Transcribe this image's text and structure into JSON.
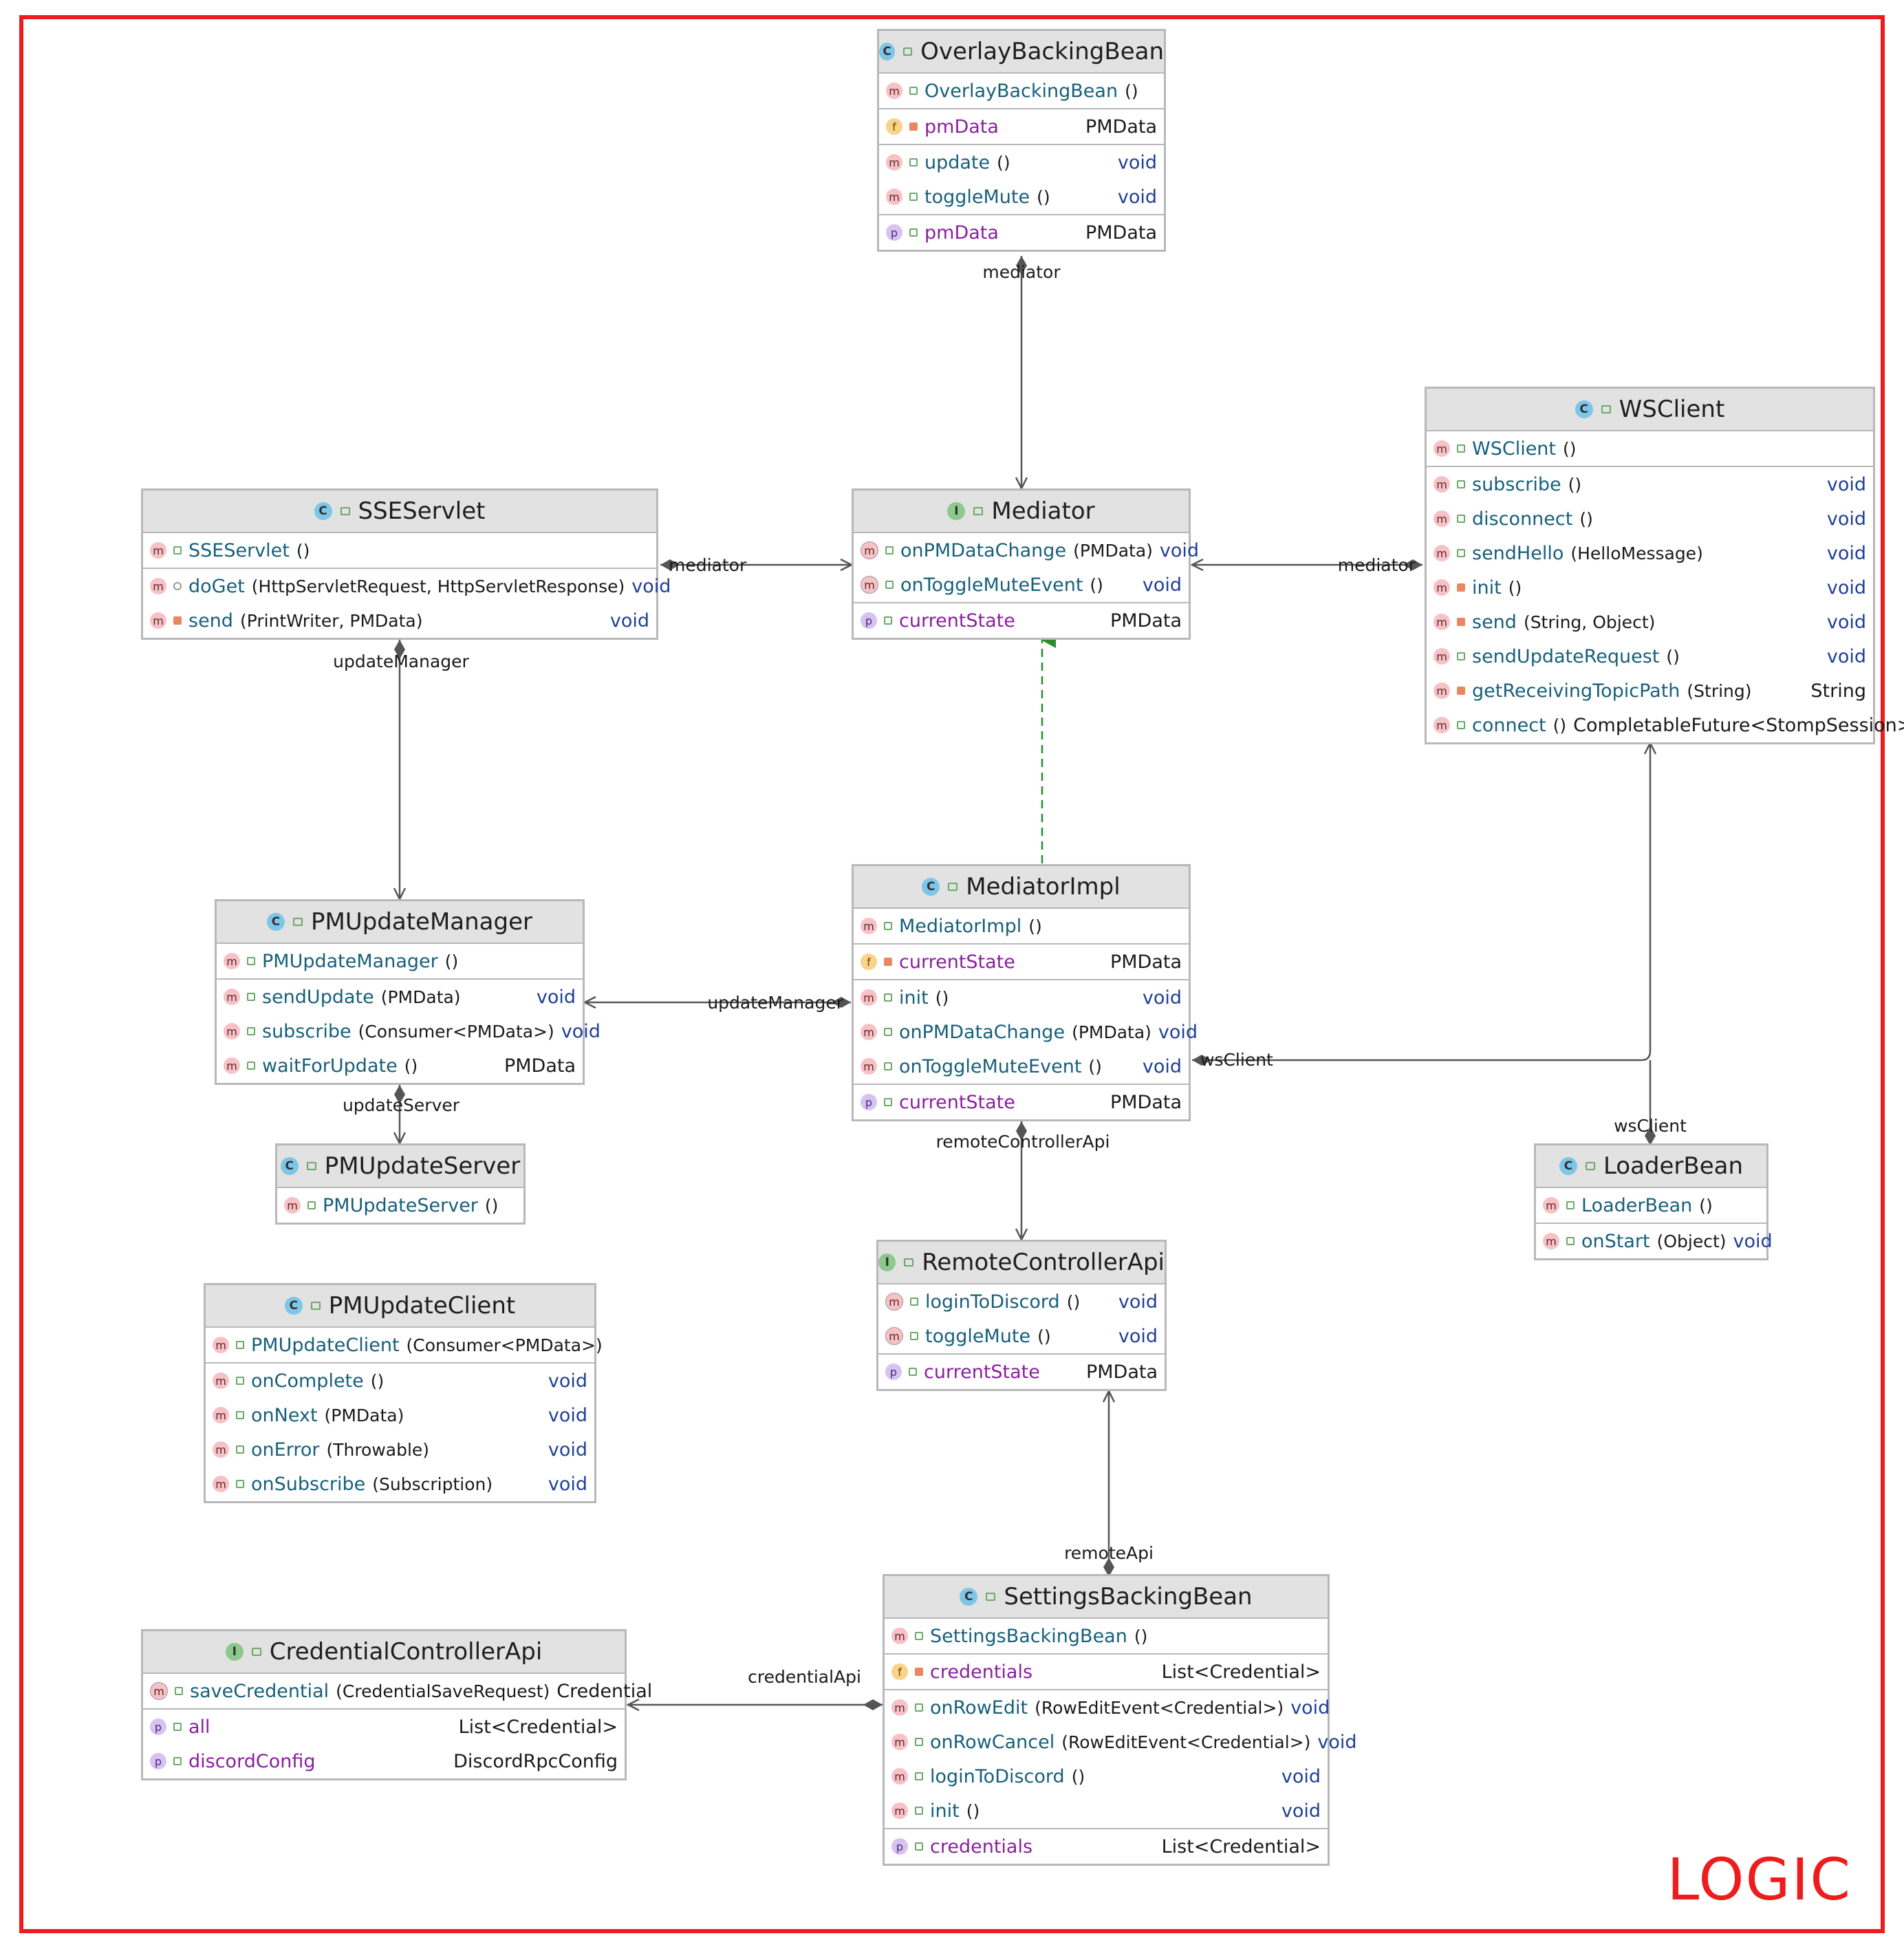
{
  "watermark": "LOGIC",
  "classes": [
    {
      "id": "overlay",
      "kind": "C",
      "name": "OverlayBackingBean",
      "sections": [
        [
          {
            "b": "m",
            "v": "pub",
            "n": "OverlayBackingBean",
            "p": "()",
            "t": ""
          }
        ],
        [
          {
            "b": "f",
            "v": "priv",
            "n": "pmData",
            "p": "",
            "t": "PMData"
          }
        ],
        [
          {
            "b": "m",
            "v": "pub",
            "n": "update",
            "p": "()",
            "t": "void"
          },
          {
            "b": "m",
            "v": "pub",
            "n": "toggleMute",
            "p": "()",
            "t": "void"
          }
        ],
        [
          {
            "b": "p",
            "v": "pub",
            "n": "pmData",
            "p": "",
            "t": "PMData"
          }
        ]
      ]
    },
    {
      "id": "sse",
      "kind": "C",
      "name": "SSEServlet",
      "sections": [
        [
          {
            "b": "m",
            "v": "pub",
            "n": "SSEServlet",
            "p": "()",
            "t": ""
          }
        ],
        [
          {
            "b": "m",
            "v": "prot",
            "n": "doGet",
            "p": "(HttpServletRequest, HttpServletResponse)",
            "t": "void"
          },
          {
            "b": "m",
            "v": "priv",
            "n": "send",
            "p": "(PrintWriter, PMData)",
            "t": "void"
          }
        ]
      ]
    },
    {
      "id": "mediator",
      "kind": "I",
      "name": "Mediator",
      "sections": [
        [
          {
            "b": "ma",
            "v": "pub",
            "n": "onPMDataChange",
            "p": "(PMData)",
            "t": "void"
          },
          {
            "b": "ma",
            "v": "pub",
            "n": "onToggleMuteEvent",
            "p": "()",
            "t": "void"
          }
        ],
        [
          {
            "b": "p",
            "v": "pub",
            "n": "currentState",
            "p": "",
            "t": "PMData"
          }
        ]
      ]
    },
    {
      "id": "ws",
      "kind": "C",
      "name": "WSClient",
      "sections": [
        [
          {
            "b": "m",
            "v": "pub",
            "n": "WSClient",
            "p": "()",
            "t": ""
          }
        ],
        [
          {
            "b": "m",
            "v": "pub",
            "n": "subscribe",
            "p": "()",
            "t": "void"
          },
          {
            "b": "m",
            "v": "pub",
            "n": "disconnect",
            "p": "()",
            "t": "void"
          },
          {
            "b": "m",
            "v": "pub",
            "n": "sendHello",
            "p": "(HelloMessage)",
            "t": "void"
          },
          {
            "b": "m",
            "v": "priv",
            "n": "init",
            "p": "()",
            "t": "void"
          },
          {
            "b": "m",
            "v": "priv",
            "n": "send",
            "p": "(String, Object)",
            "t": "void"
          },
          {
            "b": "m",
            "v": "pub",
            "n": "sendUpdateRequest",
            "p": "()",
            "t": "void"
          },
          {
            "b": "m",
            "v": "priv",
            "n": "getReceivingTopicPath",
            "p": "(String)",
            "t": "String"
          },
          {
            "b": "m",
            "v": "pub",
            "n": "connect",
            "p": "()",
            "t": "CompletableFuture<StompSession>"
          }
        ]
      ]
    },
    {
      "id": "pmum",
      "kind": "C",
      "name": "PMUpdateManager",
      "sections": [
        [
          {
            "b": "m",
            "v": "pub",
            "n": "PMUpdateManager",
            "p": "()",
            "t": ""
          }
        ],
        [
          {
            "b": "m",
            "v": "pub",
            "n": "sendUpdate",
            "p": "(PMData)",
            "t": "void"
          },
          {
            "b": "m",
            "v": "pub",
            "n": "subscribe",
            "p": "(Consumer<PMData>)",
            "t": "void"
          },
          {
            "b": "m",
            "v": "pub",
            "n": "waitForUpdate",
            "p": "()",
            "t": "PMData"
          }
        ]
      ]
    },
    {
      "id": "medimpl",
      "kind": "C",
      "name": "MediatorImpl",
      "sections": [
        [
          {
            "b": "m",
            "v": "pub",
            "n": "MediatorImpl",
            "p": "()",
            "t": ""
          }
        ],
        [
          {
            "b": "f",
            "v": "priv",
            "n": "currentState",
            "p": "",
            "t": "PMData"
          }
        ],
        [
          {
            "b": "m",
            "v": "pub",
            "n": "init",
            "p": "()",
            "t": "void"
          },
          {
            "b": "m",
            "v": "pub",
            "n": "onPMDataChange",
            "p": "(PMData)",
            "t": "void"
          },
          {
            "b": "m",
            "v": "pub",
            "n": "onToggleMuteEvent",
            "p": "()",
            "t": "void"
          }
        ],
        [
          {
            "b": "p",
            "v": "pub",
            "n": "currentState",
            "p": "",
            "t": "PMData"
          }
        ]
      ]
    },
    {
      "id": "pmus",
      "kind": "C",
      "name": "PMUpdateServer",
      "sections": [
        [
          {
            "b": "m",
            "v": "pub",
            "n": "PMUpdateServer",
            "p": "()",
            "t": ""
          }
        ]
      ]
    },
    {
      "id": "loader",
      "kind": "C",
      "name": "LoaderBean",
      "sections": [
        [
          {
            "b": "m",
            "v": "pub",
            "n": "LoaderBean",
            "p": "()",
            "t": ""
          }
        ],
        [
          {
            "b": "m",
            "v": "pub",
            "n": "onStart",
            "p": "(Object)",
            "t": "void"
          }
        ]
      ]
    },
    {
      "id": "pmuc",
      "kind": "C",
      "name": "PMUpdateClient",
      "sections": [
        [
          {
            "b": "m",
            "v": "pub",
            "n": "PMUpdateClient",
            "p": "(Consumer<PMData>)",
            "t": ""
          }
        ],
        [
          {
            "b": "m",
            "v": "pub",
            "n": "onComplete",
            "p": "()",
            "t": "void"
          },
          {
            "b": "m",
            "v": "pub",
            "n": "onNext",
            "p": "(PMData)",
            "t": "void"
          },
          {
            "b": "m",
            "v": "pub",
            "n": "onError",
            "p": "(Throwable)",
            "t": "void"
          },
          {
            "b": "m",
            "v": "pub",
            "n": "onSubscribe",
            "p": "(Subscription)",
            "t": "void"
          }
        ]
      ]
    },
    {
      "id": "rca",
      "kind": "I",
      "name": "RemoteControllerApi",
      "sections": [
        [
          {
            "b": "ma",
            "v": "pub",
            "n": "loginToDiscord",
            "p": "()",
            "t": "void"
          },
          {
            "b": "ma",
            "v": "pub",
            "n": "toggleMute",
            "p": "()",
            "t": "void"
          }
        ],
        [
          {
            "b": "p",
            "v": "pub",
            "n": "currentState",
            "p": "",
            "t": "PMData"
          }
        ]
      ]
    },
    {
      "id": "settings",
      "kind": "C",
      "name": "SettingsBackingBean",
      "sections": [
        [
          {
            "b": "m",
            "v": "pub",
            "n": "SettingsBackingBean",
            "p": "()",
            "t": ""
          }
        ],
        [
          {
            "b": "f",
            "v": "priv",
            "n": "credentials",
            "p": "",
            "t": "List<Credential>"
          }
        ],
        [
          {
            "b": "m",
            "v": "pub",
            "n": "onRowEdit",
            "p": "(RowEditEvent<Credential>)",
            "t": "void"
          },
          {
            "b": "m",
            "v": "pub",
            "n": "onRowCancel",
            "p": "(RowEditEvent<Credential>)",
            "t": "void"
          },
          {
            "b": "m",
            "v": "pub",
            "n": "loginToDiscord",
            "p": "()",
            "t": "void"
          },
          {
            "b": "m",
            "v": "pub",
            "n": "init",
            "p": "()",
            "t": "void"
          }
        ],
        [
          {
            "b": "p",
            "v": "pub",
            "n": "credentials",
            "p": "",
            "t": "List<Credential>"
          }
        ]
      ]
    },
    {
      "id": "cca",
      "kind": "I",
      "name": "CredentialControllerApi",
      "sections": [
        [
          {
            "b": "ma",
            "v": "pub",
            "n": "saveCredential",
            "p": "(CredentialSaveRequest)",
            "t": "Credential"
          }
        ],
        [
          {
            "b": "p",
            "v": "pub",
            "n": "all",
            "p": "",
            "t": "List<Credential>"
          },
          {
            "b": "p",
            "v": "pub",
            "n": "discordConfig",
            "p": "",
            "t": "DiscordRpcConfig"
          }
        ]
      ]
    }
  ],
  "edge_labels": [
    {
      "id": "e1",
      "text": "mediator"
    },
    {
      "id": "e2",
      "text": "mediator"
    },
    {
      "id": "e3",
      "text": "mediator"
    },
    {
      "id": "e4",
      "text": "updateManager"
    },
    {
      "id": "e5",
      "text": "updateManager"
    },
    {
      "id": "e6",
      "text": "updateServer"
    },
    {
      "id": "e7",
      "text": "wsClient"
    },
    {
      "id": "e8",
      "text": "wsClient"
    },
    {
      "id": "e9",
      "text": "remoteControllerApi"
    },
    {
      "id": "e10",
      "text": "remoteApi"
    },
    {
      "id": "e11",
      "text": "credentialApi"
    }
  ],
  "colors": {
    "frame": "#ee1c1c",
    "realization": "#2a8c2a",
    "association": "#555555"
  }
}
